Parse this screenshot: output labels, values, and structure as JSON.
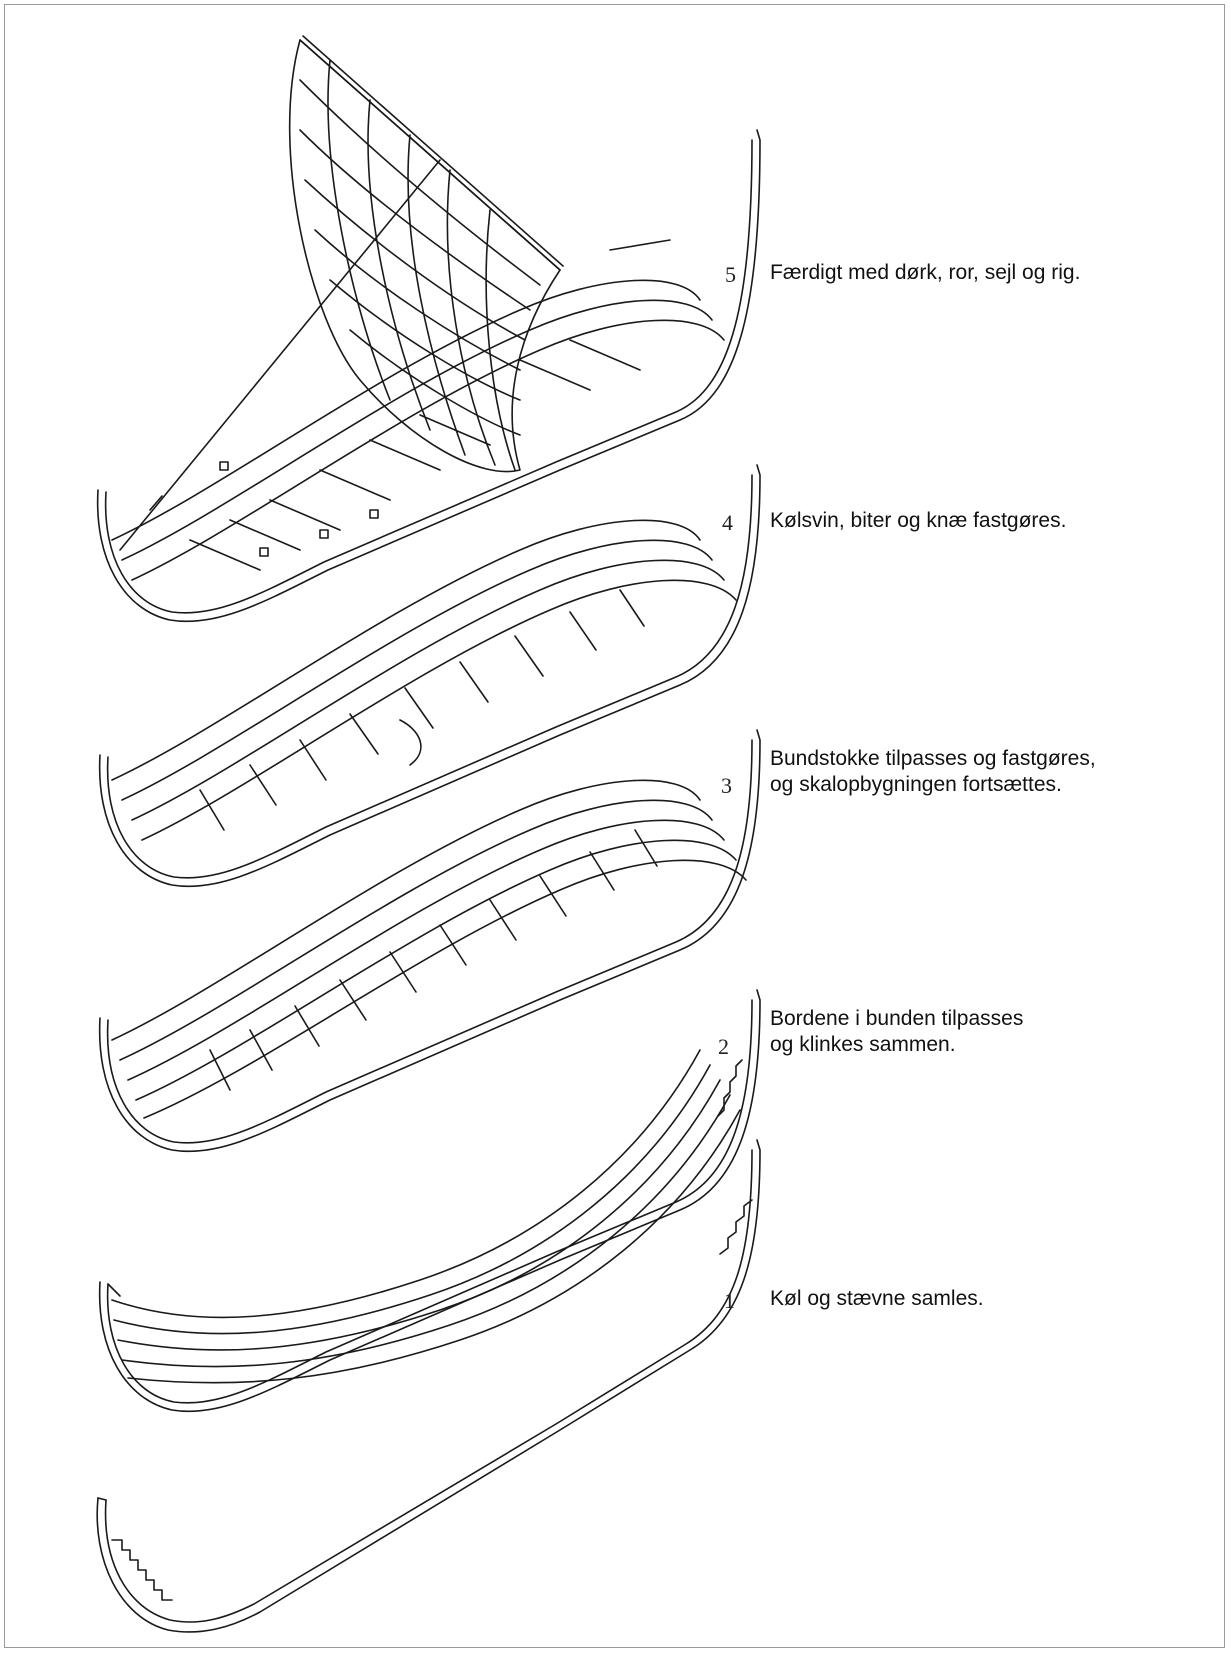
{
  "colors": {
    "line": "#1a1a1a",
    "paper": "#ffffff",
    "border": "#9a9a9a"
  },
  "stages": [
    {
      "number": "5",
      "lines": [
        "Færdigt med dørk, ror, sejl og  rig."
      ]
    },
    {
      "number": "4",
      "lines": [
        "Kølsvin, biter og knæ fastgøres."
      ]
    },
    {
      "number": "3",
      "lines": [
        "Bundstokke tilpasses og fastgøres,",
        "og skalopbygningen fortsættes."
      ]
    },
    {
      "number": "2",
      "lines": [
        "Bordene i bunden tilpasses",
        "og klinkes sammen."
      ]
    },
    {
      "number": "1",
      "lines": [
        "Køl og stævne samles."
      ]
    }
  ]
}
